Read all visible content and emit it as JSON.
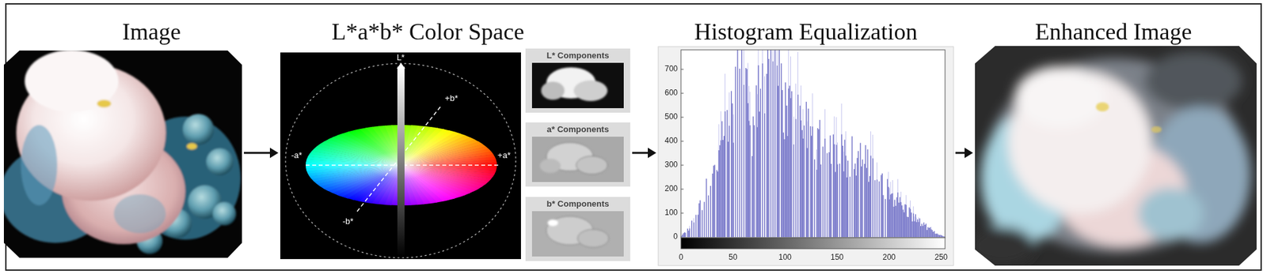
{
  "diagram": {
    "nodes": [
      {
        "text": [
          "Image"
        ]
      },
      {
        "text": [
          "L*a*b* Color Space"
        ]
      },
      {
        "text": [
          "L* Components"
        ],
        "in": 1
      },
      {
        "text": [
          "a* Components"
        ],
        "in": 1
      },
      {
        "text": [
          "b* Components"
        ],
        "in": 1
      },
      {
        "text": [
          "Histogram Equalization"
        ]
      },
      {
        "text": [
          "Enhanced Image"
        ]
      }
    ],
    "edges": [
      {
        "from": 0,
        "to": 1,
        "arrow": "to"
      },
      {
        "from": 1,
        "to": 5,
        "arrow": "to"
      },
      {
        "from": 5,
        "to": 6,
        "arrow": "to"
      }
    ],
    "labels": [
      "L*",
      "+b*",
      "-a*",
      "+a*",
      "-b*",
      "0",
      "100",
      "200",
      "300",
      "400",
      "500",
      "600",
      "700",
      "0",
      "50",
      "100",
      "150",
      "200",
      "250"
    ]
  }
}
